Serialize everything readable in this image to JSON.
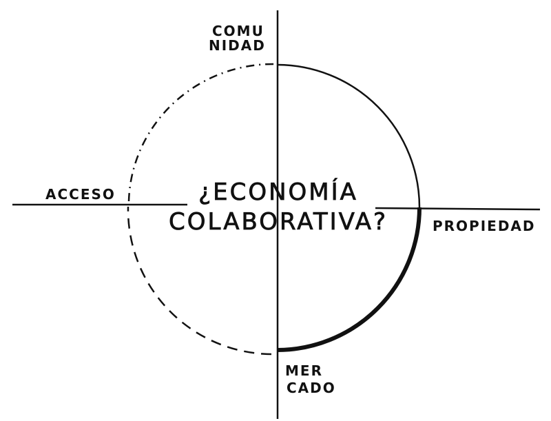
{
  "diagram": {
    "title_line1": "¿ECONOMÍA",
    "title_line2": "COLABORATIVA?",
    "labels": {
      "top_line1": "COMU",
      "top_line2": "NIDAD",
      "left": "ACCESO",
      "right": "PROPIEDAD",
      "bottom_line1": "MER",
      "bottom_line2": "CADO"
    },
    "colors": {
      "ink": "#111111",
      "background": "#ffffff"
    }
  }
}
